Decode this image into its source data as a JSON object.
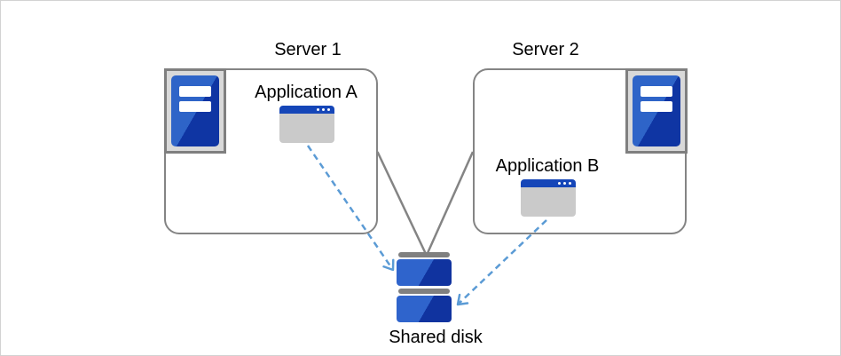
{
  "diagram": {
    "nodes": {
      "server1": {
        "label": "Server 1"
      },
      "server2": {
        "label": "Server 2"
      },
      "app_a": {
        "label": "Application A"
      },
      "app_b": {
        "label": "Application B"
      },
      "shared_disk": {
        "label": "Shared disk"
      }
    },
    "connections": [
      {
        "from": "server1",
        "to": "shared_disk",
        "style": "solid-gray-line"
      },
      {
        "from": "server2",
        "to": "shared_disk",
        "style": "solid-gray-line"
      },
      {
        "from": "app_a",
        "to": "shared_disk",
        "style": "dashed-blue-arrow"
      },
      {
        "from": "app_b",
        "to": "shared_disk",
        "style": "dashed-blue-arrow"
      }
    ],
    "colors": {
      "connector_gray": "#848484",
      "arrow_blue": "#5b9bd5",
      "box_border": "#848484",
      "icon_frame_fill": "#d9d9d9",
      "icon_frame_border": "#7f7f7f",
      "window_body_gray": "#cacaca",
      "titlebar_blue": "#1546b8",
      "tower_blue_light": "#2e64c8",
      "tower_blue_dark": "#0f35a3",
      "disk_bar_gray": "#808080",
      "canvas_border": "#d2d2d2",
      "label_text": "#000000"
    }
  }
}
